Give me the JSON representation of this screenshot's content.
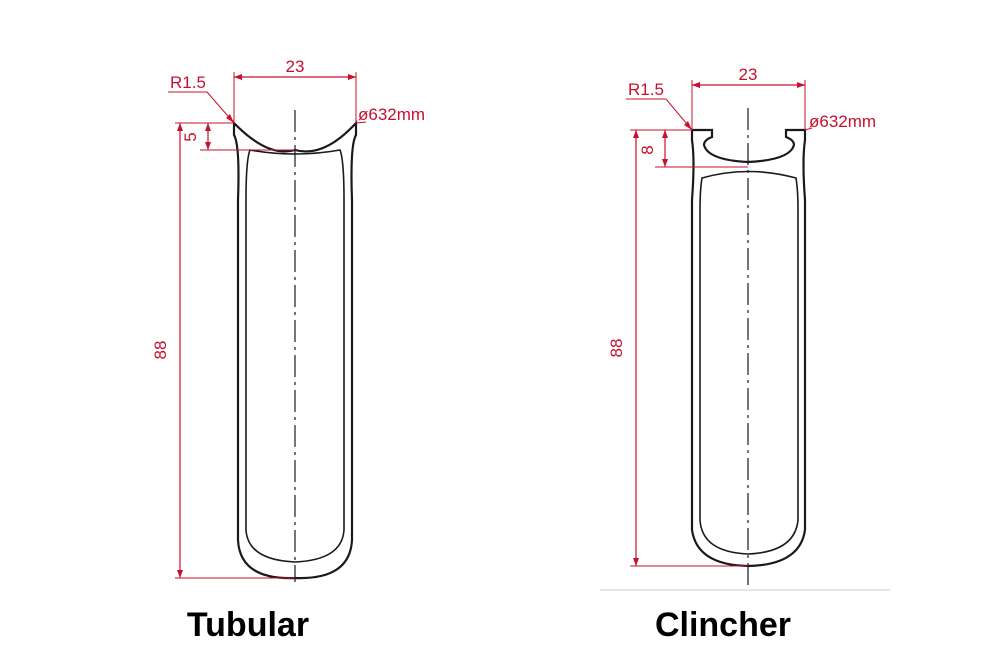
{
  "colors": {
    "outline": "#1a1a1a",
    "dimension": "#c8102e",
    "background": "#ffffff"
  },
  "profiles": [
    {
      "id": "tubular",
      "caption": "Tubular",
      "width_label": "23",
      "radius_label": "R1.5",
      "diameter_label": "ø632mm",
      "bed_depth_label": "5",
      "rim_height_label": "88"
    },
    {
      "id": "clincher",
      "caption": "Clincher",
      "width_label": "23",
      "radius_label": "R1.5",
      "diameter_label": "ø632mm",
      "bed_depth_label": "8",
      "rim_height_label": "88"
    }
  ]
}
